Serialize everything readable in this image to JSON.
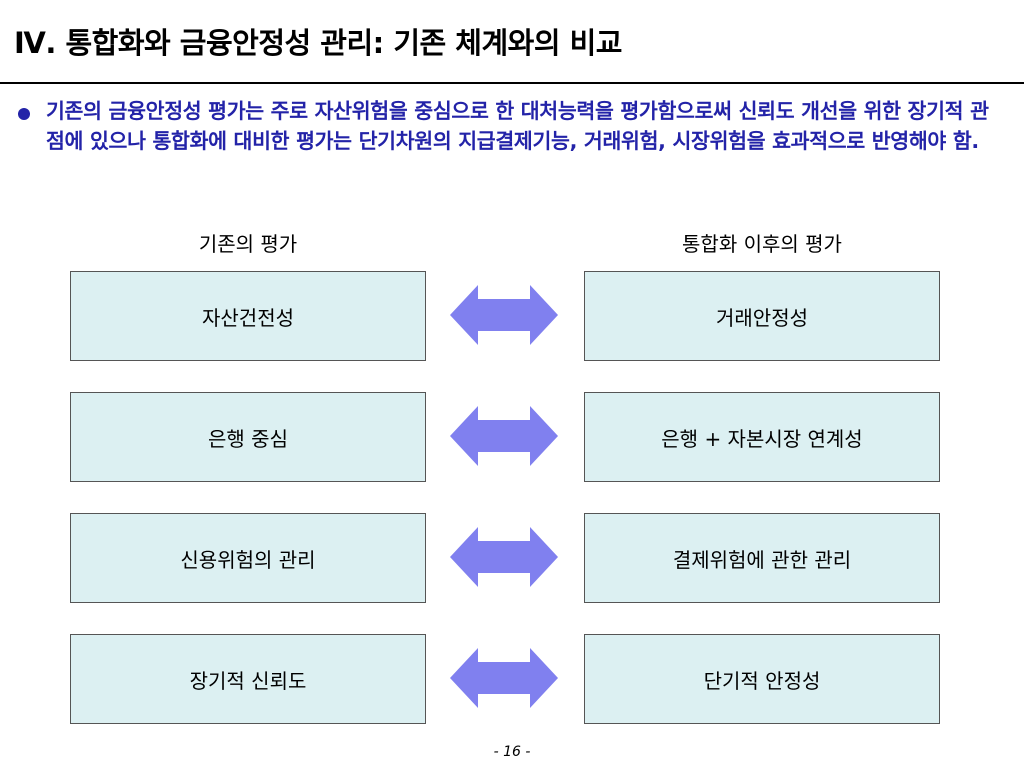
{
  "slide": {
    "title": "Ⅳ. 통합화와 금융안정성 관리: 기존 체계와의 비교",
    "bullet": "기존의 금융안정성 평가는 주로 자산위험을 중심으로 한 대처능력을 평가함으로써 신뢰도 개선을 위한 장기적 관점에 있으나 통합화에 대비한 평가는 단기차원의 지급결제기능, 거래위험, 시장위험을 효과적으로 반영해야 함.",
    "left_header": "기존의 평가",
    "right_header": "통합화 이후의 평가",
    "rows": [
      {
        "left": "자산건전성",
        "right": "거래안정성"
      },
      {
        "left": "은행 중심",
        "right": "은행 + 자본시장 연계성"
      },
      {
        "left": "신용위험의 관리",
        "right": "결제위험에 관한 관리"
      },
      {
        "left": "장기적 신뢰도",
        "right": "단기적 안정성"
      }
    ],
    "page_number": "- 16 -"
  },
  "colors": {
    "accent_text": "#2323a8",
    "box_fill": "#dcf0f2",
    "arrow_fill": "#8080ef"
  },
  "icons": {
    "bullet": "filled-circle",
    "connector": "double-headed-arrow"
  }
}
